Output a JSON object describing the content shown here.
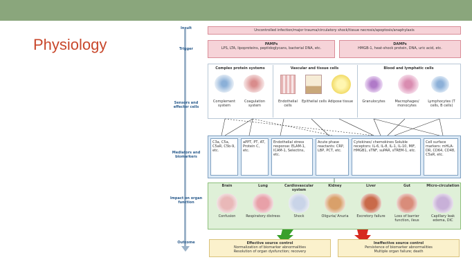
{
  "slide_title": "Physiology",
  "stages": {
    "insult": "Insult",
    "trigger": "Trigger",
    "sensors": "Sensors and effector cells",
    "mediators": "Mediators and biomarkers",
    "impact": "Impact on organ function",
    "outcome": "Outcome"
  },
  "insult_box": "Uncontrolled infection/major trauma/circulatory shock/tissue necrosis/apoptosis/anaphylaxis",
  "pamps": {
    "title": "PAMPs",
    "text": "LPS, LTA, lipoproteins, peptidoglycans, bacterial DNA, etc."
  },
  "damps": {
    "title": "DAMPs",
    "text": "HMGB-1, heat-shock protein, DNA, uric acid, etc."
  },
  "sensor_groups": {
    "complex": {
      "title": "Complex protein systems",
      "items": [
        "Complement system",
        "Coagulation system"
      ]
    },
    "vascular": {
      "title": "Vascular and tissue cells",
      "items": [
        "Endothelial cells",
        "Epithelial cells",
        "Adipose tissue"
      ]
    },
    "blood": {
      "title": "Blood and lymphatic cells",
      "items": [
        "Granulocytes",
        "Macrophages/ monocytes",
        "Lymphocytes (T cells, B cells)"
      ]
    }
  },
  "mediators": [
    "C3a, C5a, C5aR, C5b-9, etc.",
    "aPPT, PT, AT, Protein C, etc.",
    "Endothelial stress response: ELAM-1, ICAM-1, Selectins, etc.",
    "Acute phase reactants: CRP, LBP, PCT, etc.",
    "Cytokines/ chemokines Soluble receptors: IL-6, IL-8, IL-1, IL-10, MIF, HMGB1, sTNF, suPAR, sTREM-1, etc.",
    "Cell surface markers: mHLA-DR, CD64, CD48, C5aR, etc."
  ],
  "organs": [
    {
      "name": "Brain",
      "effect": "Confusion"
    },
    {
      "name": "Lung",
      "effect": "Respiratory distress"
    },
    {
      "name": "Cardiovascular system",
      "effect": "Shock"
    },
    {
      "name": "Kidney",
      "effect": "Oliguria/ Anuria"
    },
    {
      "name": "Liver",
      "effect": "Excretory failure"
    },
    {
      "name": "Gut",
      "effect": "Loss of barrier function, ileus"
    },
    {
      "name": "Micro-circulation",
      "effect": "Capillary leak edema, DIC"
    }
  ],
  "outcomes": {
    "effective": {
      "title": "Effective source control",
      "line1": "Normalization of biomarker abnormalities",
      "line2": "Resolution of organ dysfunction; recovery"
    },
    "ineffective": {
      "title": "Ineffective source control",
      "line1": "Persistence of biomarker abnormalities",
      "line2": "Multiple organ failure; death"
    }
  },
  "colors": {
    "topbar": "#8aa67c",
    "title": "#c8472b",
    "good_arrow": "#3aa02c",
    "bad_arrow": "#d62a1f"
  }
}
